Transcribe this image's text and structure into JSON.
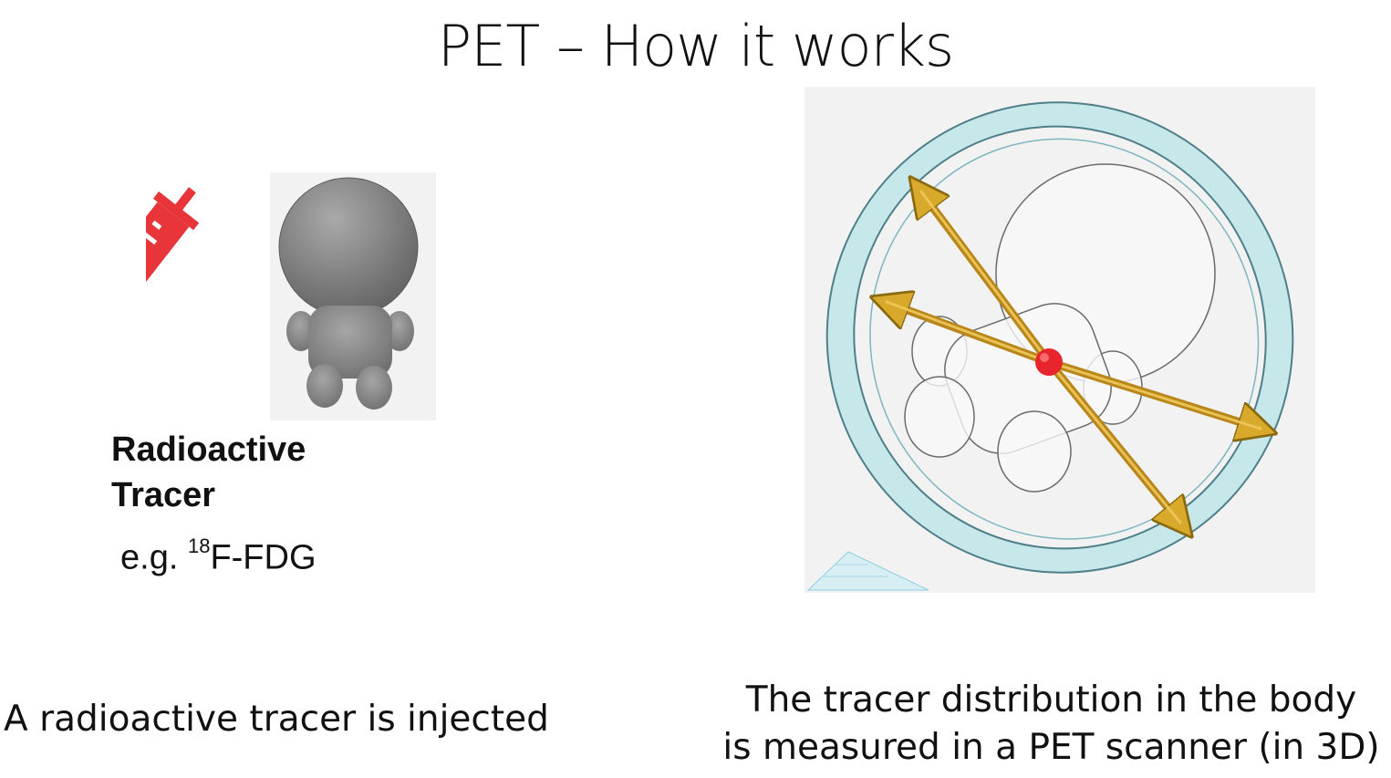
{
  "slide": {
    "title": "PET – How it works"
  },
  "left_panel": {
    "figure_icons": [
      "syringe-icon",
      "person-figure"
    ],
    "label_line1": "Radioactive",
    "label_line2": "Tracer",
    "example_prefix": "e.g. ",
    "example_superscript": "18",
    "example_suffix": "F-FDG",
    "caption": "A radioactive tracer is injected",
    "syringe_color": "#e8353a"
  },
  "right_panel": {
    "figure_icons": [
      "scanner-ring",
      "person-figure",
      "annihilation-point",
      "gamma-ray-arrows"
    ],
    "caption_line1": "The tracer distribution in the body",
    "caption_line2": "is measured in a PET scanner (in 3D)",
    "ring_color": "#bfe6ea",
    "arrow_color": "#d8a92a",
    "point_color": "#e8252c"
  }
}
